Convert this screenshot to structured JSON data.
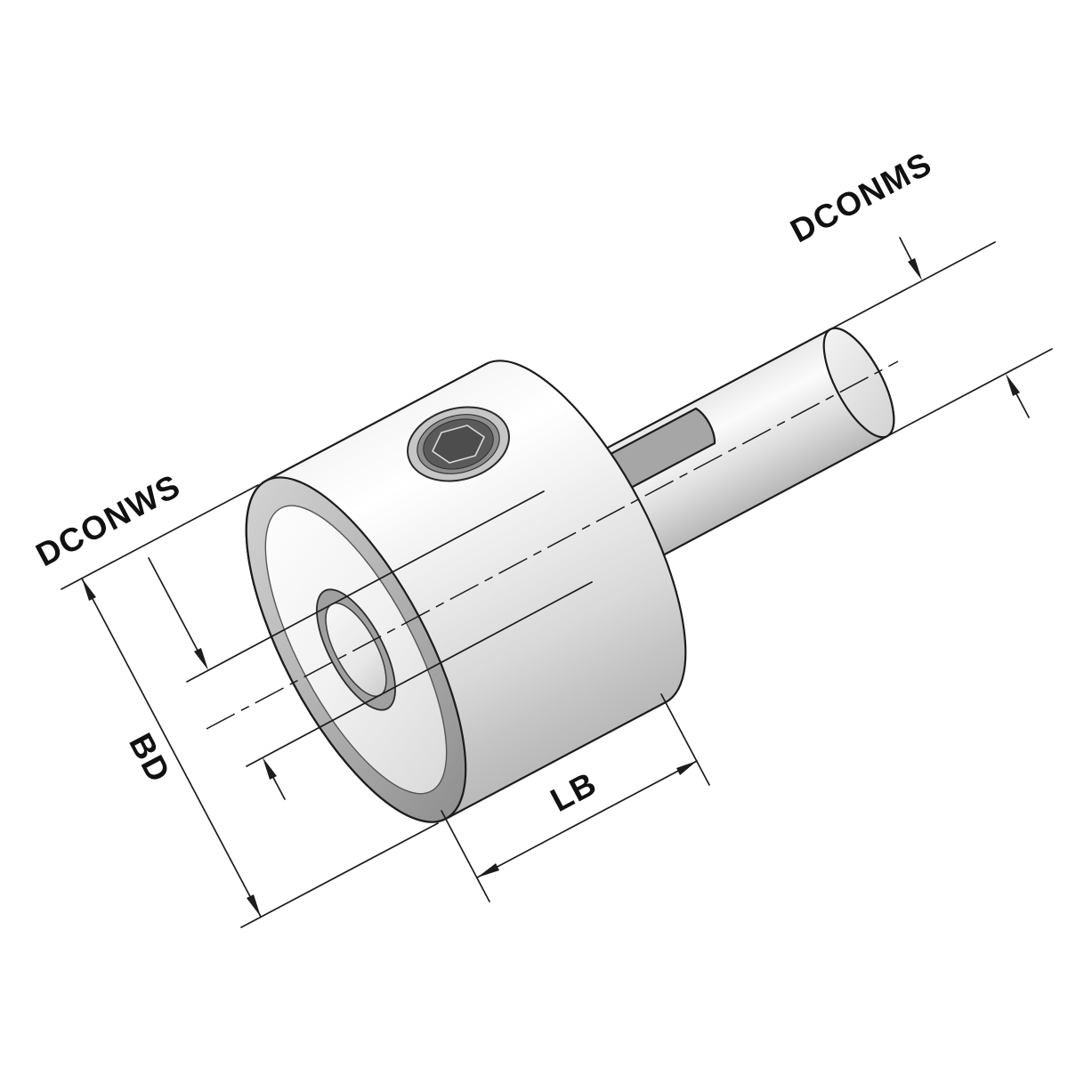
{
  "drawing": {
    "kind": "tool-holder-technical-drawing",
    "labels": {
      "dconms": "DCONMS",
      "dconws": "DCONWS",
      "bd": "BD",
      "lb": "LB"
    },
    "colors": {
      "outline": "#1c1c1c",
      "weldon_flat_gray": "#a6a6a6",
      "bore_chamfer_gray": "#a0a0a0",
      "screw_chamfer_gray": "#c6c6c6",
      "screw_mid_gray": "#8d8d8d",
      "screw_hole_dark": "#5a5a5a",
      "hex_socket_dark": "#4d4d4d",
      "background": "#ffffff"
    }
  }
}
